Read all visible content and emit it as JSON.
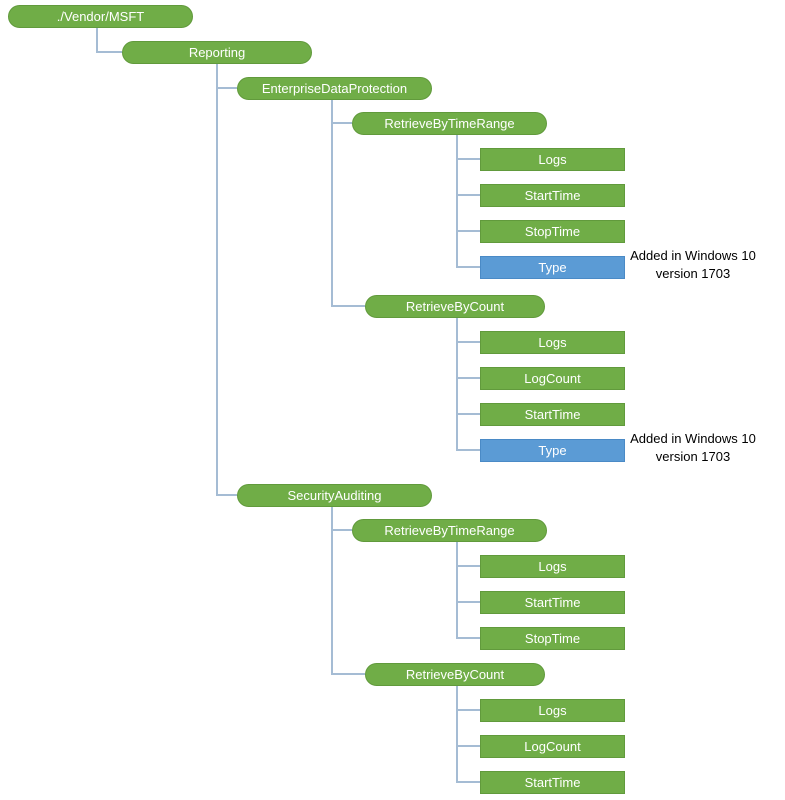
{
  "diagram": {
    "type": "tree",
    "description": "CSP node hierarchy diagram",
    "colors": {
      "node_green_fill": "#70AD47",
      "node_green_border": "#619A3C",
      "node_blue_fill": "#5B9BD5",
      "node_blue_border": "#4A8AC6",
      "connector": "#A5BCD4",
      "node_text": "#FFFFFF",
      "annotation_text": "#000000",
      "background": "#FFFFFF"
    },
    "tree": {
      "label": "./Vendor/MSFT",
      "shape": "pill",
      "color": "green",
      "children": [
        {
          "label": "Reporting",
          "shape": "pill",
          "color": "green",
          "children": [
            {
              "label": "EnterpriseDataProtection",
              "shape": "pill",
              "color": "green",
              "children": [
                {
                  "label": "RetrieveByTimeRange",
                  "shape": "pill",
                  "color": "green",
                  "children": [
                    {
                      "label": "Logs",
                      "shape": "rect",
                      "color": "green"
                    },
                    {
                      "label": "StartTime",
                      "shape": "rect",
                      "color": "green"
                    },
                    {
                      "label": "StopTime",
                      "shape": "rect",
                      "color": "green"
                    },
                    {
                      "label": "Type",
                      "shape": "rect",
                      "color": "blue",
                      "annotation": "Added in Windows 10 version 1703"
                    }
                  ]
                },
                {
                  "label": "RetrieveByCount",
                  "shape": "pill",
                  "color": "green",
                  "children": [
                    {
                      "label": "Logs",
                      "shape": "rect",
                      "color": "green"
                    },
                    {
                      "label": "LogCount",
                      "shape": "rect",
                      "color": "green"
                    },
                    {
                      "label": "StartTime",
                      "shape": "rect",
                      "color": "green"
                    },
                    {
                      "label": "Type",
                      "shape": "rect",
                      "color": "blue",
                      "annotation": "Added in Windows 10 version 1703"
                    }
                  ]
                }
              ]
            },
            {
              "label": "SecurityAuditing",
              "shape": "pill",
              "color": "green",
              "children": [
                {
                  "label": "RetrieveByTimeRange",
                  "shape": "pill",
                  "color": "green",
                  "children": [
                    {
                      "label": "Logs",
                      "shape": "rect",
                      "color": "green"
                    },
                    {
                      "label": "StartTime",
                      "shape": "rect",
                      "color": "green"
                    },
                    {
                      "label": "StopTime",
                      "shape": "rect",
                      "color": "green"
                    }
                  ]
                },
                {
                  "label": "RetrieveByCount",
                  "shape": "pill",
                  "color": "green",
                  "children": [
                    {
                      "label": "Logs",
                      "shape": "rect",
                      "color": "green"
                    },
                    {
                      "label": "LogCount",
                      "shape": "rect",
                      "color": "green"
                    },
                    {
                      "label": "StartTime",
                      "shape": "rect",
                      "color": "green"
                    }
                  ]
                }
              ]
            }
          ]
        }
      ]
    }
  }
}
